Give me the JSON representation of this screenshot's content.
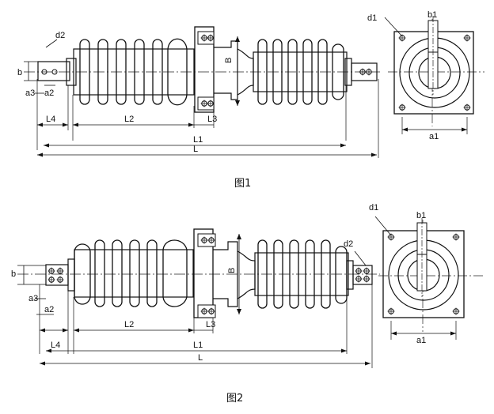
{
  "figures": [
    {
      "caption": "图1",
      "dims": {
        "d2": "d2",
        "b": "b",
        "a3": "a3",
        "a2": "a2",
        "L4": "L4",
        "L2": "L2",
        "L3": "L3",
        "L1": "L1",
        "L": "L",
        "B": "B",
        "d1": "d1",
        "b1": "b1",
        "a1": "a1"
      }
    },
    {
      "caption": "图2",
      "dims": {
        "d2": "d2",
        "b": "b",
        "a3": "a3",
        "a2": "a2",
        "L4": "L4",
        "L2": "L2",
        "L3": "L3",
        "L1": "L1",
        "L": "L",
        "B": "B",
        "d1": "d1",
        "b1": "b1",
        "a1": "a1"
      }
    }
  ]
}
